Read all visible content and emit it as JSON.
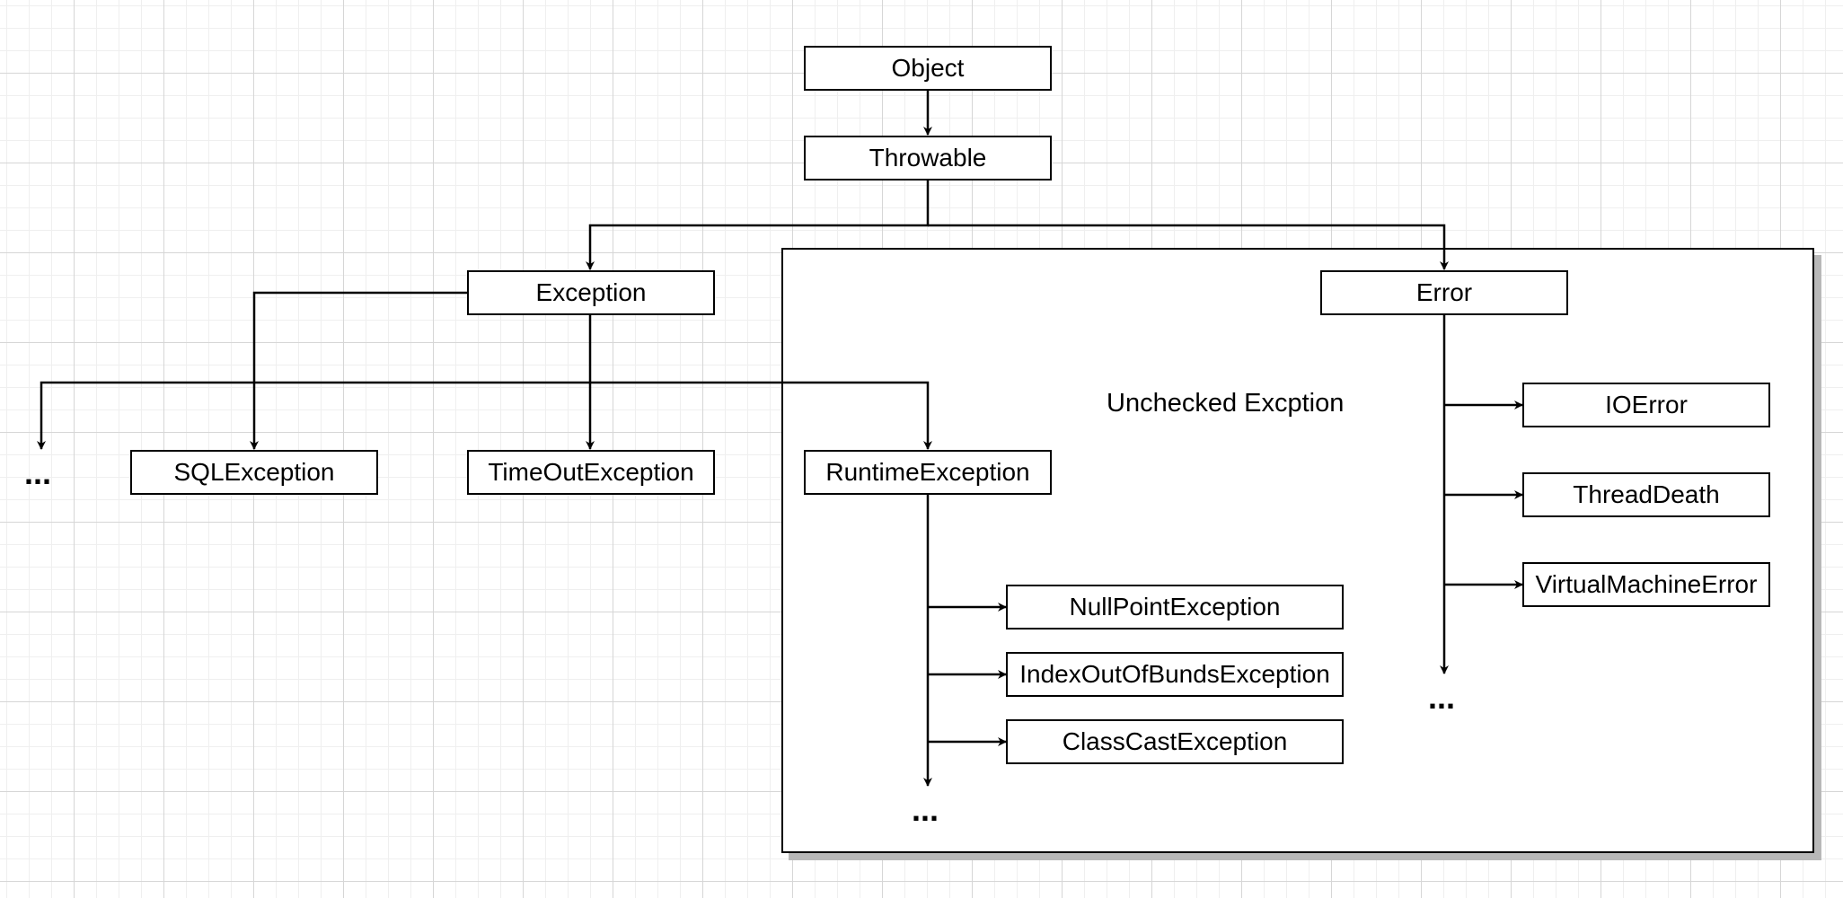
{
  "diagram": {
    "region_label": "Unchecked Excption",
    "nodes": {
      "object": "Object",
      "throwable": "Throwable",
      "exception": "Exception",
      "error": "Error",
      "sql": "SQLException",
      "timeout": "TimeOutException",
      "runtime": "RuntimeException",
      "null_point": "NullPointException",
      "index_out": "IndexOutOfBundsException",
      "class_cast": "ClassCastException",
      "io_error": "IOError",
      "thread_death": "ThreadDeath",
      "vm_error": "VirtualMachineError"
    },
    "ellipsis": "..."
  }
}
